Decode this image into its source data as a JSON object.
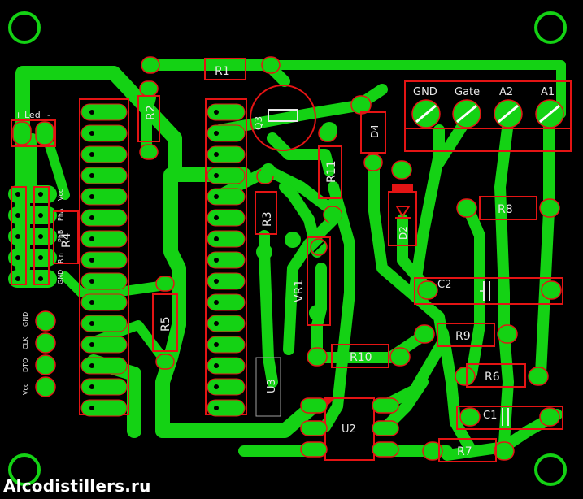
{
  "watermark": "Alcodistillers.ru",
  "terminals": {
    "labels": [
      "GND",
      "Gate",
      "A2",
      "A1"
    ]
  },
  "components": {
    "R1": "R1",
    "R2": "R2",
    "R3": "R3",
    "R4": "R4",
    "R5": "R5",
    "R6": "R6",
    "R7": "R7",
    "R8": "R8",
    "R9": "R9",
    "R10": "R10",
    "R11": "R11",
    "C1": "C1",
    "C2": "C2",
    "D2": "D2",
    "D4": "D4",
    "Q3": "Q3",
    "U2": "U2",
    "U3": "U3",
    "VR1": "VR1"
  },
  "led_label": "Led",
  "led_plus": "+",
  "led_minus": "-",
  "header_left_labels": [
    "Vcc",
    "PhA",
    "PhB",
    "Rin",
    "GND"
  ],
  "header_bottom_labels": [
    "GND",
    "CLK",
    "DTO",
    "Vcc"
  ]
}
